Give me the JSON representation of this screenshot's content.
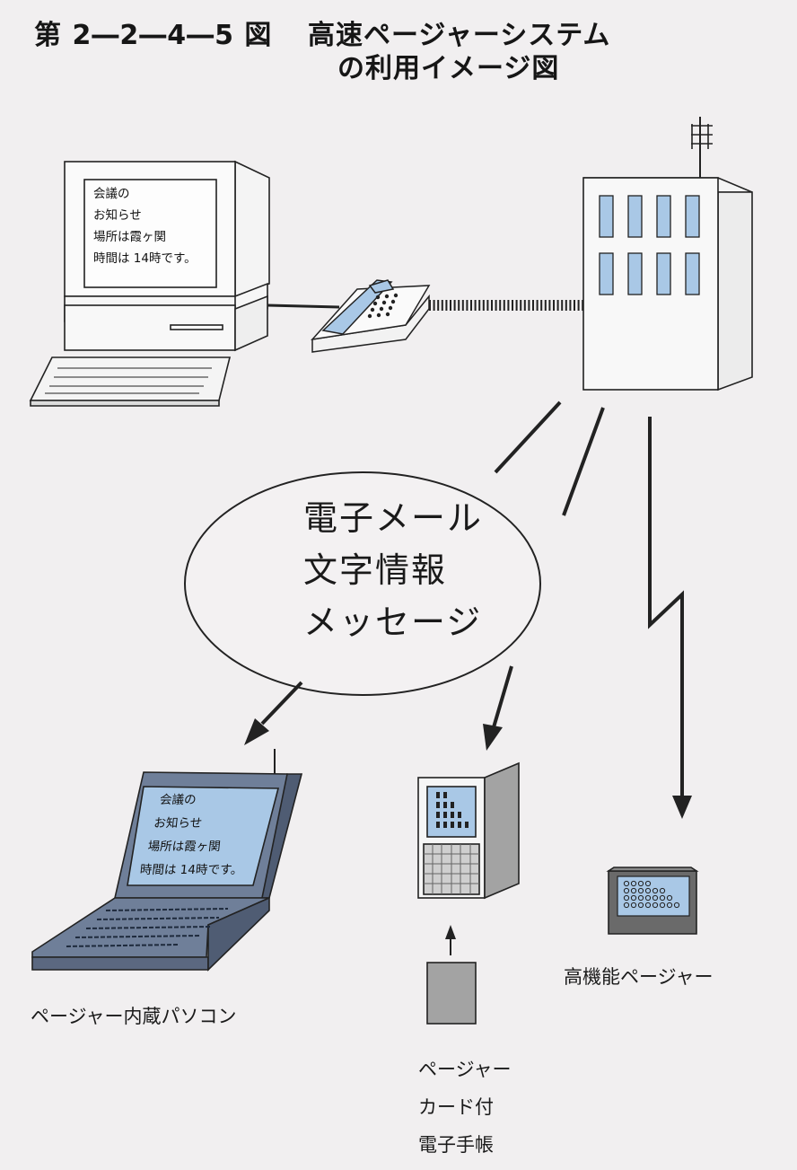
{
  "title": {
    "number": "第 2―2―4―5 図",
    "line1": "高速ページャーシステム",
    "line2": "の利用イメージ図"
  },
  "desktop_screen": [
    "会議の",
    "お知らせ",
    "場所は霞ヶ関",
    "時間は 14時です。"
  ],
  "laptop_screen": [
    "会議の",
    "お知らせ",
    "場所は霞ヶ関",
    "時間は 14時です。"
  ],
  "bubble": [
    "電子メール",
    "文字情報",
    "メッセージ"
  ],
  "labels": {
    "laptop": "ページャー内蔵パソコン",
    "card": [
      "ページャー",
      "カード付",
      "電子手帳"
    ],
    "pager": "高機能ページャー"
  },
  "colors": {
    "background": "#f1eff0",
    "screen_blue": "#a9c8e6",
    "laptop_body": "#6f7f99",
    "card_gray": "#a3a3a3"
  }
}
